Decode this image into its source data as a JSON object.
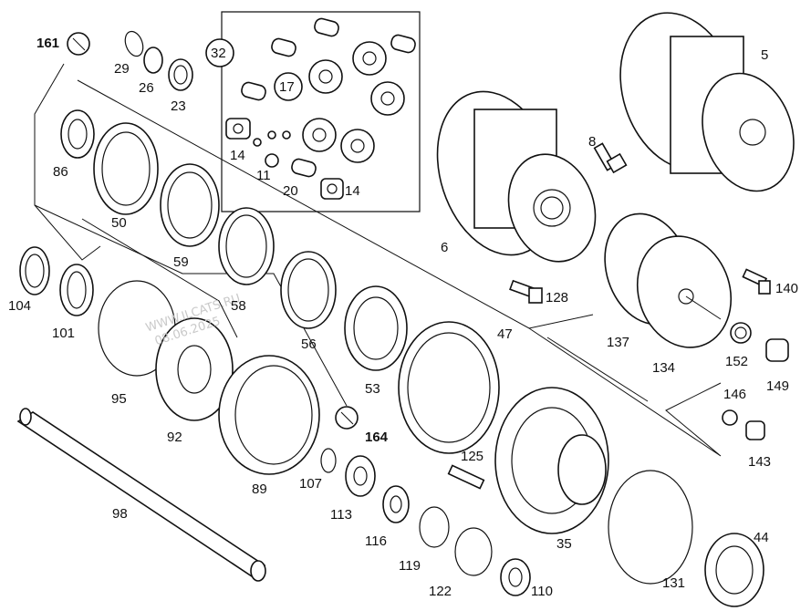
{
  "diagram": {
    "watermark": {
      "line1": "WWW.ILCATS.RU",
      "line2": "08.06.2025"
    },
    "reference_labels": [
      "161",
      "164"
    ],
    "part_numbers": {
      "p5": "5",
      "p6": "6",
      "p8": "8",
      "p11": "11",
      "p14a": "14",
      "p14b": "14",
      "p17": "17",
      "p20": "20",
      "p23": "23",
      "p26": "26",
      "p29": "29",
      "p32": "32",
      "p35": "35",
      "p44": "44",
      "p47": "47",
      "p50": "50",
      "p53": "53",
      "p56": "56",
      "p58": "58",
      "p59": "59",
      "p86": "86",
      "p89": "89",
      "p92": "92",
      "p95": "95",
      "p98": "98",
      "p101": "101",
      "p104": "104",
      "p107": "107",
      "p110": "110",
      "p113": "113",
      "p116": "116",
      "p119": "119",
      "p122": "122",
      "p125": "125",
      "p128": "128",
      "p131": "131",
      "p134": "134",
      "p137": "137",
      "p140": "140",
      "p143": "143",
      "p146": "146",
      "p149": "149",
      "p152": "152",
      "p161": "161",
      "p164": "164"
    }
  }
}
